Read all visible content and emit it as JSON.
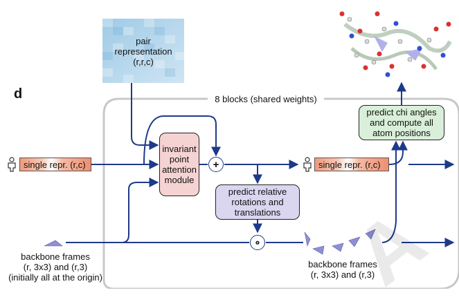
{
  "panel_label": "d",
  "pair_repr": {
    "line1": "pair",
    "line2": "representation",
    "line3": "(r,r,c)"
  },
  "blocks_label": "8 blocks (shared weights)",
  "single_in": "single repr. (r,c)",
  "single_out": "single repr. (r,c)",
  "ipa": {
    "line1": "invariant",
    "line2": "point",
    "line3": "attention",
    "line4": "module"
  },
  "rotations": {
    "line1": "predict relative",
    "line2": "rotations and",
    "line3": "translations"
  },
  "chi": {
    "line1": "predict chi angles",
    "line2": "and compute all",
    "line3": "atom positions"
  },
  "plus_symbol": "+",
  "compose_symbol": "∘",
  "frames_in": {
    "line1": "backbone frames",
    "line2": "(r, 3x3) and (r,3)",
    "line3": "(initially all at the origin)"
  },
  "frames_out": {
    "line1": "backbone frames",
    "line2": "(r, 3x3) and (r,3)"
  },
  "watermark": "A",
  "colors": {
    "arrow": "#1d3a8a",
    "ipa_fill": "#f6d3d3",
    "rot_fill": "#dad6f0",
    "chi_fill": "#d9efd9",
    "loop_border": "#c8c8c8"
  }
}
